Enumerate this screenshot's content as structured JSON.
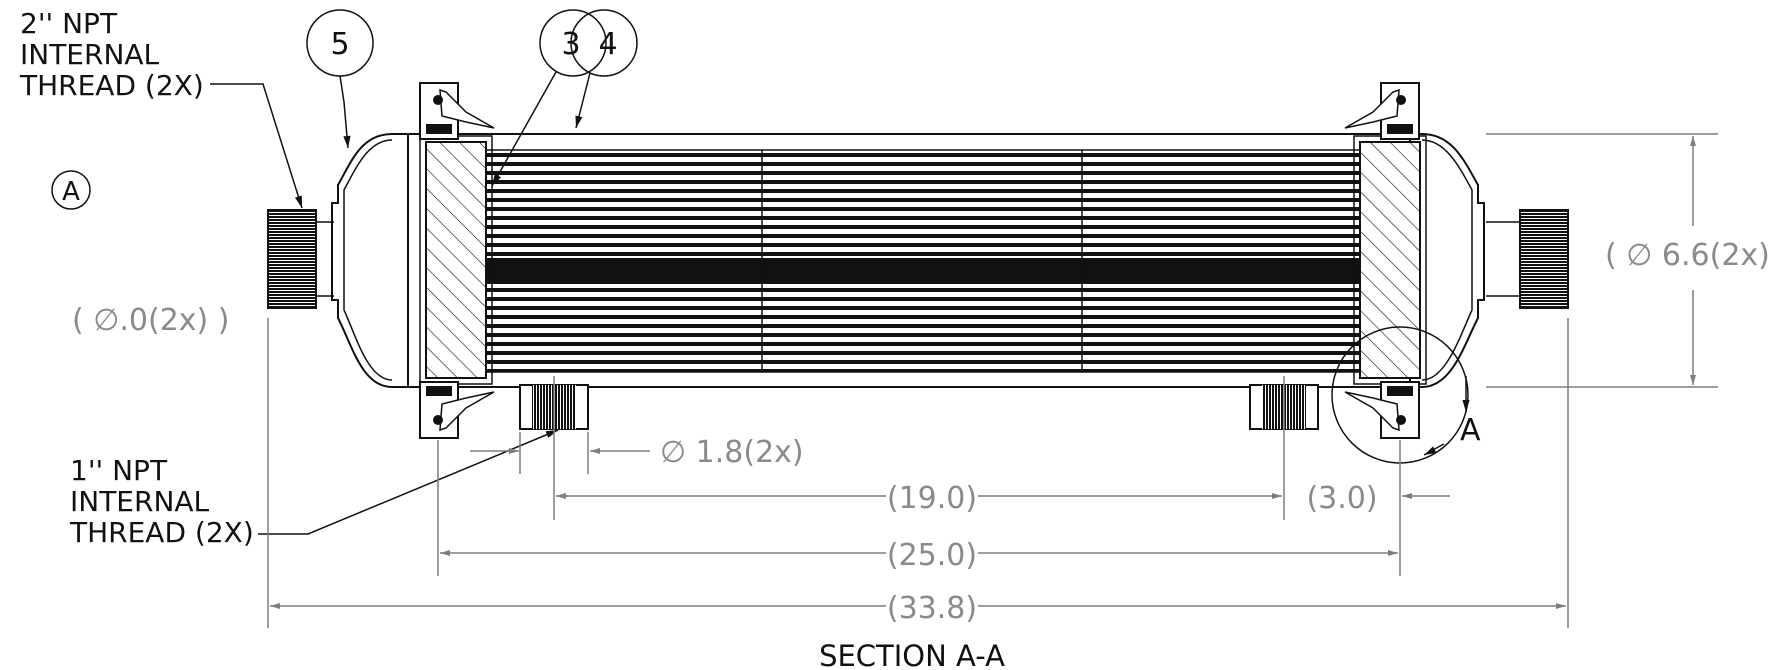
{
  "drawing": {
    "title": "SECTION A-A",
    "detail_marker": "A",
    "section_arrow_label": "A",
    "callouts": {
      "npt_2in": [
        "2'' NPT",
        "INTERNAL",
        "THREAD (2X)"
      ],
      "npt_1in": [
        "1'' NPT",
        "INTERNAL",
        "THREAD (2X)"
      ]
    },
    "balloons": {
      "b5": "5",
      "b3": "3",
      "b4": "4"
    },
    "dimensions": {
      "dia_left": "( ∅.0(2x) )",
      "dia_right": "( ∅ 6.6(2x) )",
      "dia_port": "∅ 1.8(2x)",
      "d19": "(19.0)",
      "d3": "(3.0)",
      "d25": "(25.0)",
      "d33": "(33.8)"
    }
  }
}
